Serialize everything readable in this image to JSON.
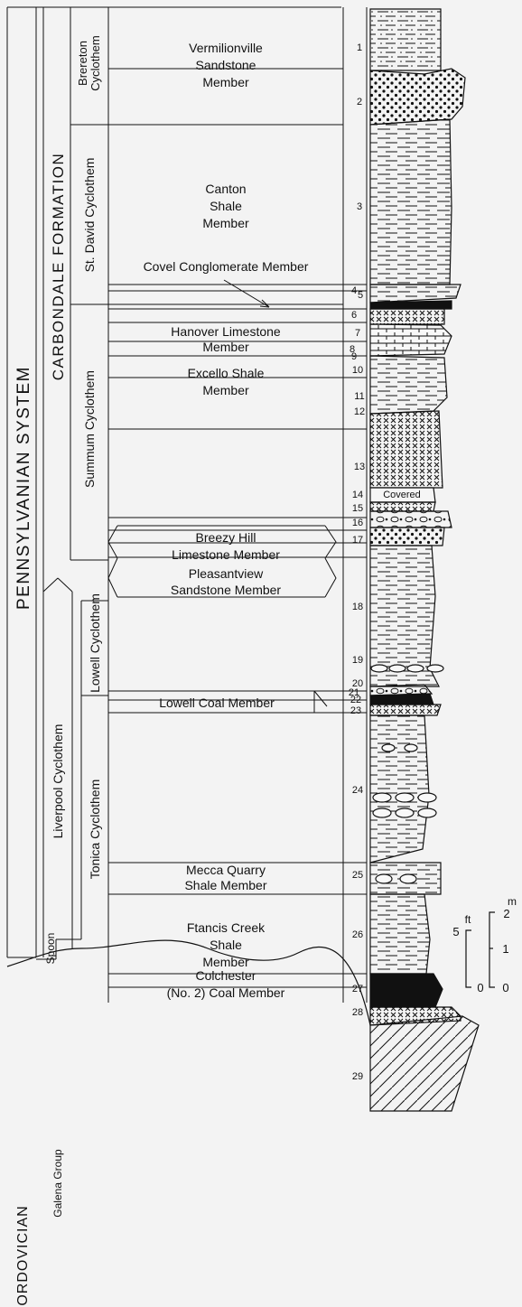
{
  "system": "PENNSYLVANIAN SYSTEM",
  "ordovician": "ORDOVICIAN",
  "formation": "CARBONDALE FORMATION",
  "galena": "Galena Group",
  "spoon": "Spoon",
  "liverpool": "Liverpool Cyclothem",
  "cyclothems": {
    "brereton": [
      "Brereton",
      "Cyclothem"
    ],
    "st_david": "St. David Cyclothem",
    "summum": "Summum Cyclothem",
    "lowell": "Lowell Cyclothem",
    "tonica": "Tonica Cyclothem"
  },
  "members": {
    "vermilionville": [
      "Vermilionville",
      "Sandstone",
      "Member"
    ],
    "canton": [
      "Canton",
      "Shale",
      "Member"
    ],
    "covel": "Covel Conglomerate Member",
    "hanover": [
      "Hanover Limestone",
      "Member"
    ],
    "excello": [
      "Excello Shale",
      "Member"
    ],
    "breezy": [
      "Breezy Hill",
      "Limestone Member"
    ],
    "pleasantview": [
      "Pleasantview",
      "Sandstone Member"
    ],
    "lowell_coal": "Lowell Coal Member",
    "mecca": [
      "Mecca Quarry",
      "Shale Member"
    ],
    "francis": [
      "Ftancis Creek",
      "Shale",
      "Member"
    ],
    "colchester": [
      "Colchester",
      "(No. 2) Coal Member"
    ]
  },
  "unit_numbers": [
    "1",
    "2",
    "3",
    "4",
    "5",
    "6",
    "7",
    "8",
    "9",
    "10",
    "11",
    "12",
    "13",
    "14",
    "15",
    "16",
    "17",
    "18",
    "19",
    "20",
    "21",
    "22",
    "23",
    "24",
    "25",
    "26",
    "27",
    "28",
    "29"
  ],
  "covered": "Covered",
  "scale": {
    "ft_label": "ft",
    "ft_top": "5",
    "ft_bottom": "0",
    "m_label": "m",
    "m_top": "2",
    "m_mid": "1",
    "m_bottom": "0"
  }
}
